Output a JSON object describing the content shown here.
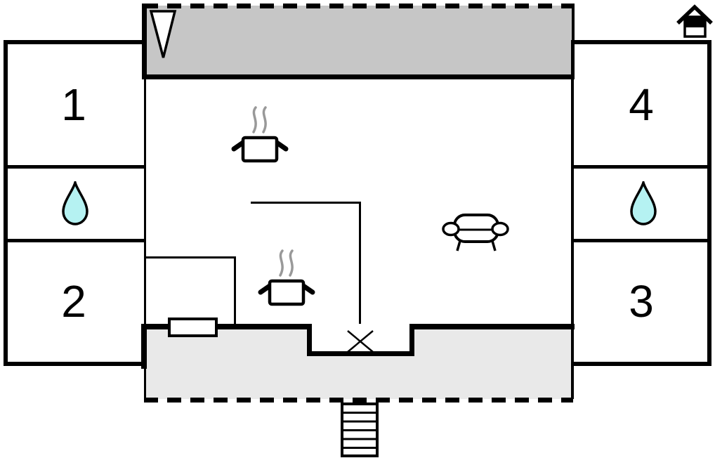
{
  "floorplan": {
    "rooms": {
      "room1": {
        "label": "1"
      },
      "room2": {
        "label": "2"
      },
      "room3": {
        "label": "3"
      },
      "room4": {
        "label": "4"
      }
    },
    "icons": {
      "water_drop_left": "water-drop",
      "water_drop_right": "water-drop",
      "pot_upper": "cooking-pot-with-steam",
      "pot_lower": "cooking-pot-with-steam",
      "sofa": "sofa",
      "stairs": "stairs",
      "house": "house-entrance",
      "triangle": "down-triangle-marker",
      "door_marker": "x-door-marker",
      "window_marker": "window"
    },
    "colors": {
      "terrace_top": "#c6c6c6",
      "terrace_bottom": "#e9e9e9",
      "water": "#b5f2f2",
      "line": "#000000",
      "steam": "#999999"
    }
  }
}
